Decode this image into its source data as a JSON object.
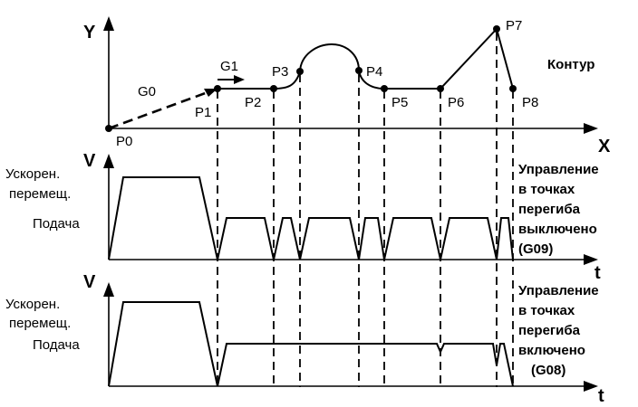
{
  "axes": {
    "y": "Y",
    "x": "X",
    "v_top": "V",
    "t_top": "t",
    "v_bottom": "V",
    "t_bottom": "t"
  },
  "contour_label": "Контур",
  "moves": {
    "g0": "G0",
    "g1": "G1"
  },
  "points": [
    "P0",
    "P1",
    "P2",
    "P3",
    "P4",
    "P5",
    "P6",
    "P7",
    "P8"
  ],
  "top_panel": {
    "rapid_line1": "Ускорен.",
    "rapid_line2": "перемещ.",
    "feed": "Подача",
    "caption": [
      "Управление",
      "в точках",
      "перегиба",
      "выключено",
      "(G09)"
    ]
  },
  "bottom_panel": {
    "rapid_line1": "Ускорен.",
    "rapid_line2": "перемещ.",
    "feed": "Подача",
    "caption": [
      "Управление",
      "в точках",
      "перегиба",
      "включено",
      "(G08)"
    ]
  }
}
